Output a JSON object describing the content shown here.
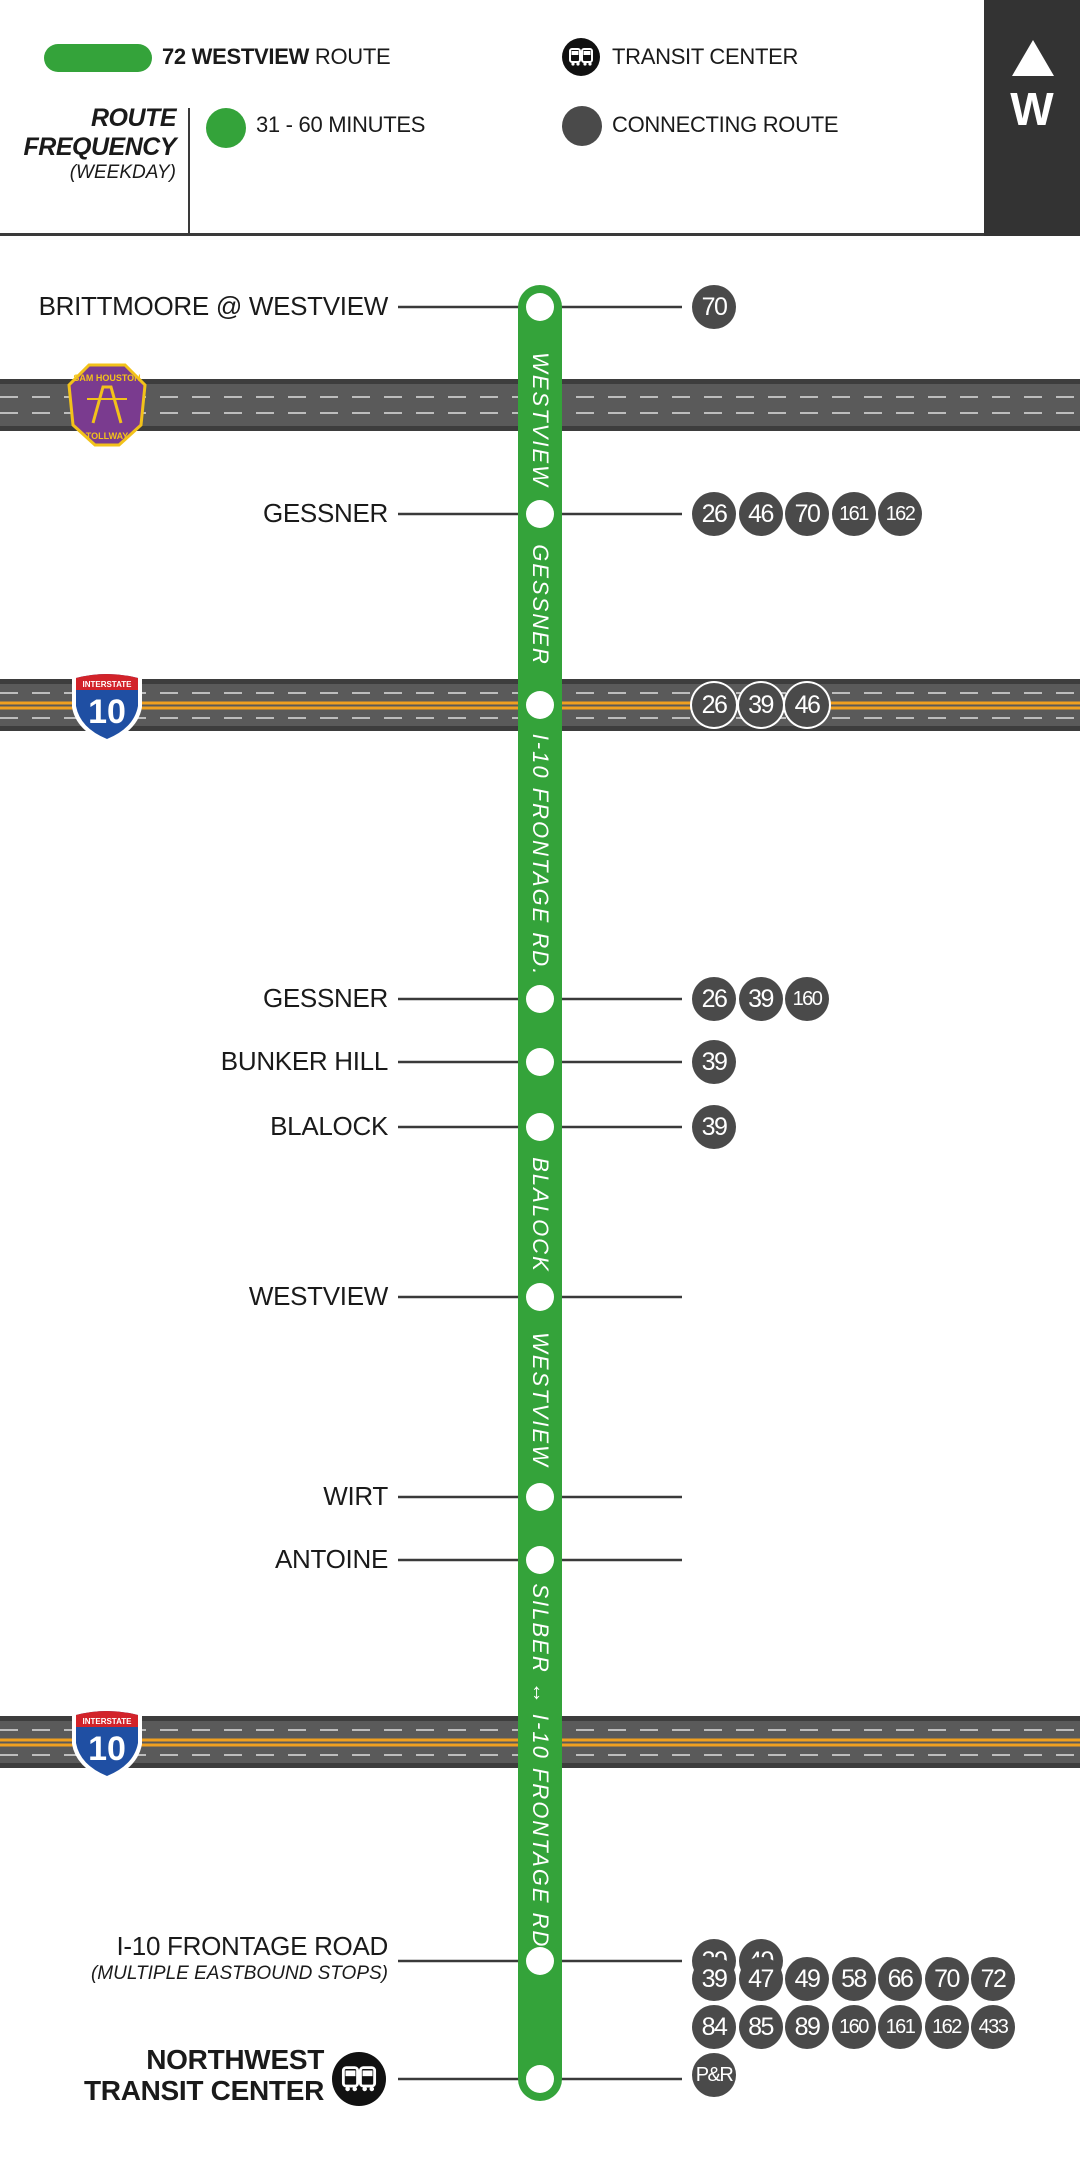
{
  "legend": {
    "route_number_name": "72 WESTVIEW",
    "route_word": "ROUTE",
    "transit_center": "TRANSIT CENTER",
    "frequency_title_1": "ROUTE",
    "frequency_title_2": "FREQUENCY",
    "frequency_sub": "(WEEKDAY)",
    "frequency_value": "31 - 60 MINUTES",
    "connecting_route": "CONNECTING ROUTE",
    "direction": "W"
  },
  "colors": {
    "route_green": "#34a33a",
    "connecting_gray": "#4a4a4a",
    "header_dark": "#333333",
    "highway_gray": "#5a5a5a",
    "highway_orange": "#f0a020"
  },
  "segments": [
    "WESTVIEW",
    "GESSNER",
    "I-10 FRONTAGE RD.",
    "BLALOCK",
    "WESTVIEW",
    "SILBER ↔ I-10 FRONTAGE RD."
  ],
  "stops": [
    {
      "name": "BRITTMOORE @ WESTVIEW",
      "routes": [
        "70"
      ]
    },
    {
      "name": "GESSNER",
      "routes": [
        "26",
        "46",
        "70",
        "161",
        "162"
      ]
    },
    {
      "name": "",
      "routes": [
        "26",
        "39",
        "46"
      ]
    },
    {
      "name": "GESSNER",
      "routes": [
        "26",
        "39",
        "160"
      ]
    },
    {
      "name": "BUNKER HILL",
      "routes": [
        "39"
      ]
    },
    {
      "name": "BLALOCK",
      "routes": [
        "39"
      ]
    },
    {
      "name": "WESTVIEW",
      "routes": []
    },
    {
      "name": "WIRT",
      "routes": []
    },
    {
      "name": "ANTOINE",
      "routes": []
    },
    {
      "name": "I-10 FRONTAGE ROAD",
      "sub": "(MULTIPLE EASTBOUND STOPS)",
      "routes": [
        "39",
        "49"
      ]
    },
    {
      "name_line1": "NORTHWEST",
      "name_line2": "TRANSIT CENTER",
      "routes": [
        "39",
        "47",
        "49",
        "58",
        "66",
        "70",
        "72",
        "84",
        "85",
        "89",
        "160",
        "161",
        "162",
        "433",
        "P&R"
      ]
    }
  ],
  "highways": [
    {
      "shield": "sam-houston-tollway",
      "shield_text_top": "SAM HOUSTON",
      "shield_text_bottom": "TOLLWAY"
    },
    {
      "shield": "interstate",
      "shield_label": "INTERSTATE",
      "number": "10"
    },
    {
      "shield": "interstate",
      "shield_label": "INTERSTATE",
      "number": "10"
    }
  ]
}
